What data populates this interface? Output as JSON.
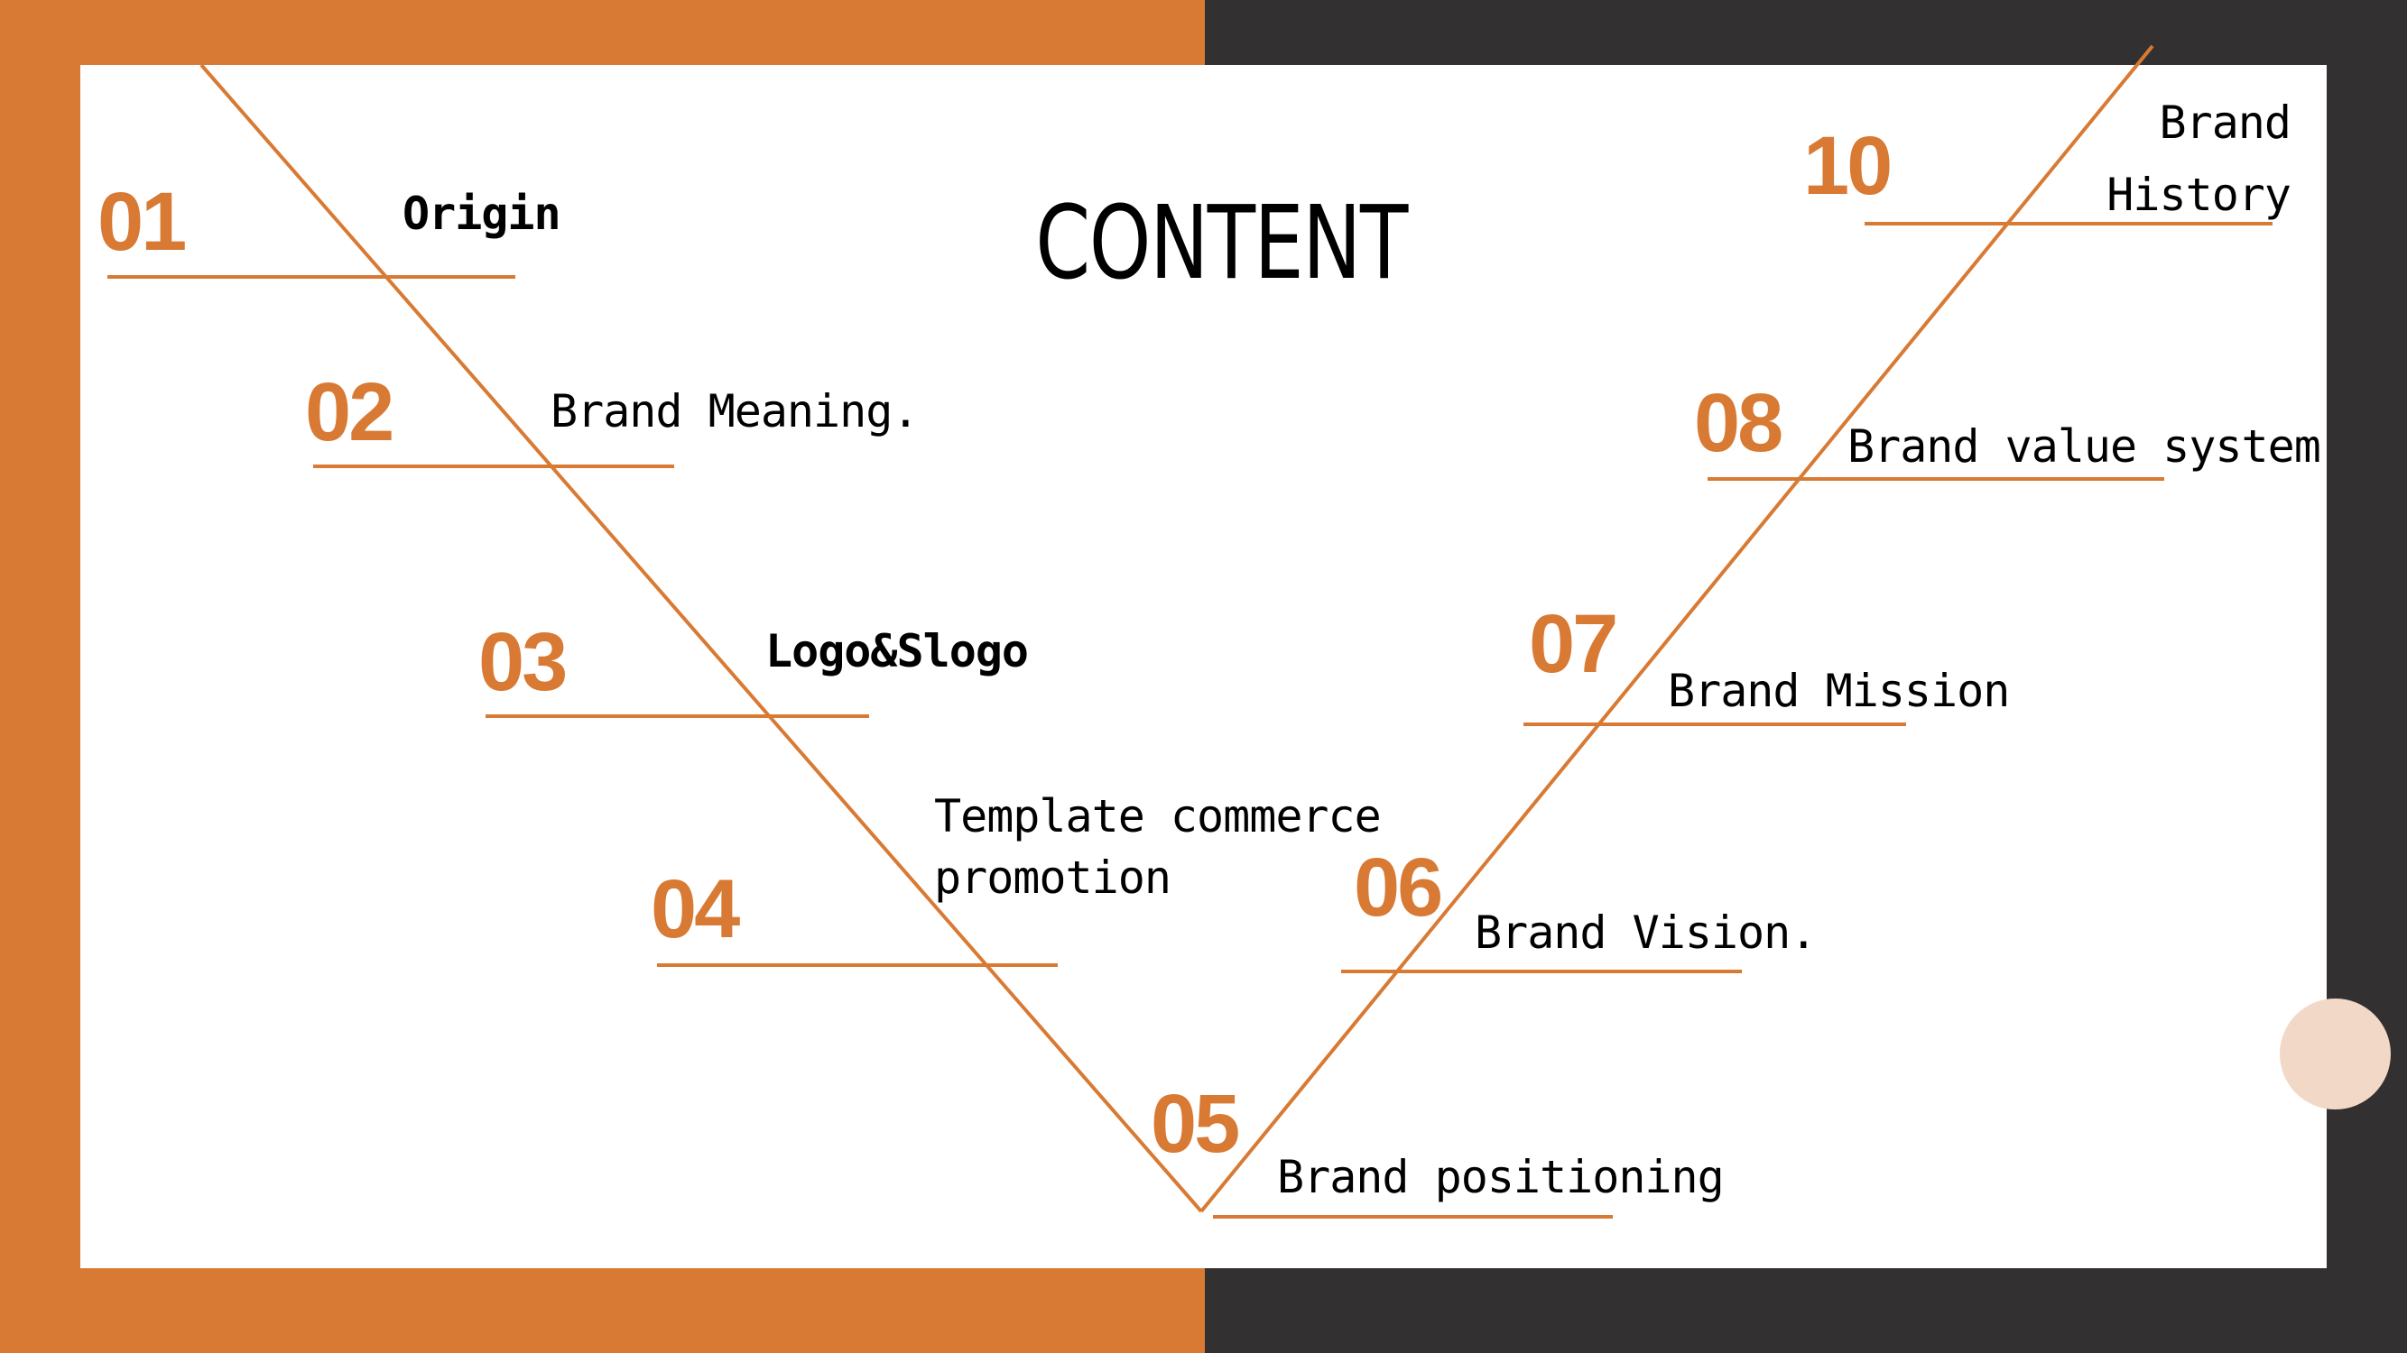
{
  "title": "CONTENT",
  "colors": {
    "accent": "#d87a34",
    "dark": "#323031",
    "panel": "#ffffff",
    "circle": "#f2d8c6",
    "text": "#000000"
  },
  "items": [
    {
      "number": "01",
      "label": "Origin"
    },
    {
      "number": "02",
      "label": "Brand Meaning."
    },
    {
      "number": "03",
      "label": "Logo&Slogo"
    },
    {
      "number": "04",
      "label_line1": "Template commerce",
      "label_line2": "promotion"
    },
    {
      "number": "05",
      "label": "Brand positioning"
    },
    {
      "number": "06",
      "label": "Brand Vision."
    },
    {
      "number": "07",
      "label": "Brand Mission"
    },
    {
      "number": "08",
      "label": "Brand value system"
    },
    {
      "number": "10",
      "label_line1": "Brand",
      "label_line2": "History"
    }
  ]
}
